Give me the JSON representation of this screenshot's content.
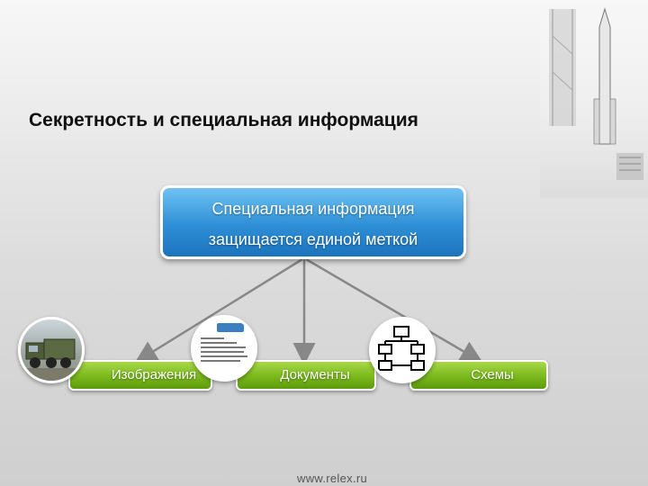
{
  "slide": {
    "title": "Секретность и специальная информация"
  },
  "diagram": {
    "main_box": {
      "line1": "Специальная информация",
      "line2": "защищается единой меткой"
    },
    "categories": [
      {
        "label": "Изображения",
        "icon": "truck-icon"
      },
      {
        "label": "Документы",
        "icon": "document-icon"
      },
      {
        "label": "Схемы",
        "icon": "flowchart-icon"
      }
    ],
    "colors": {
      "main_box": "#2d8fd6",
      "category_box": "#7dbb1e",
      "connector": "#888888"
    }
  },
  "footer": {
    "url": "www.relex.ru"
  }
}
